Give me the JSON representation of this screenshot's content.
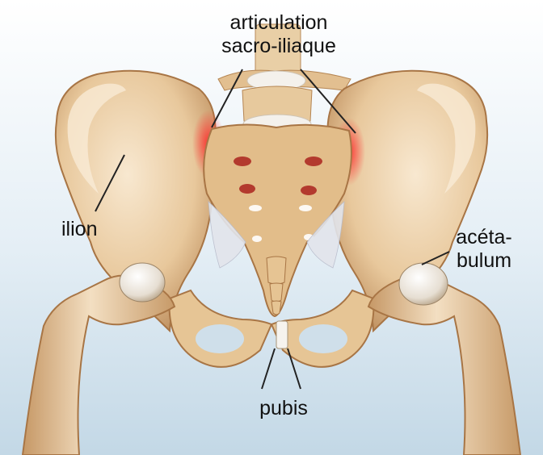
{
  "labels": {
    "sacroiliac": {
      "line1": "articulation",
      "line2": "sacro-iliaque"
    },
    "ilium": "ilion",
    "acetabulum": {
      "line1": "acéta-",
      "line2": "bulum"
    },
    "pubis": "pubis"
  },
  "colors": {
    "background_top": "#ffffff",
    "background_bottom": "#c7dbe8",
    "bone": "#e9caa0",
    "bone_shadow": "#b98a58",
    "bone_light": "#f7e6cc",
    "joint_highlight": "#e8232a",
    "cartilage": "#f4f1ec",
    "ligament": "#dcdfe6",
    "leader_line": "#222222"
  }
}
